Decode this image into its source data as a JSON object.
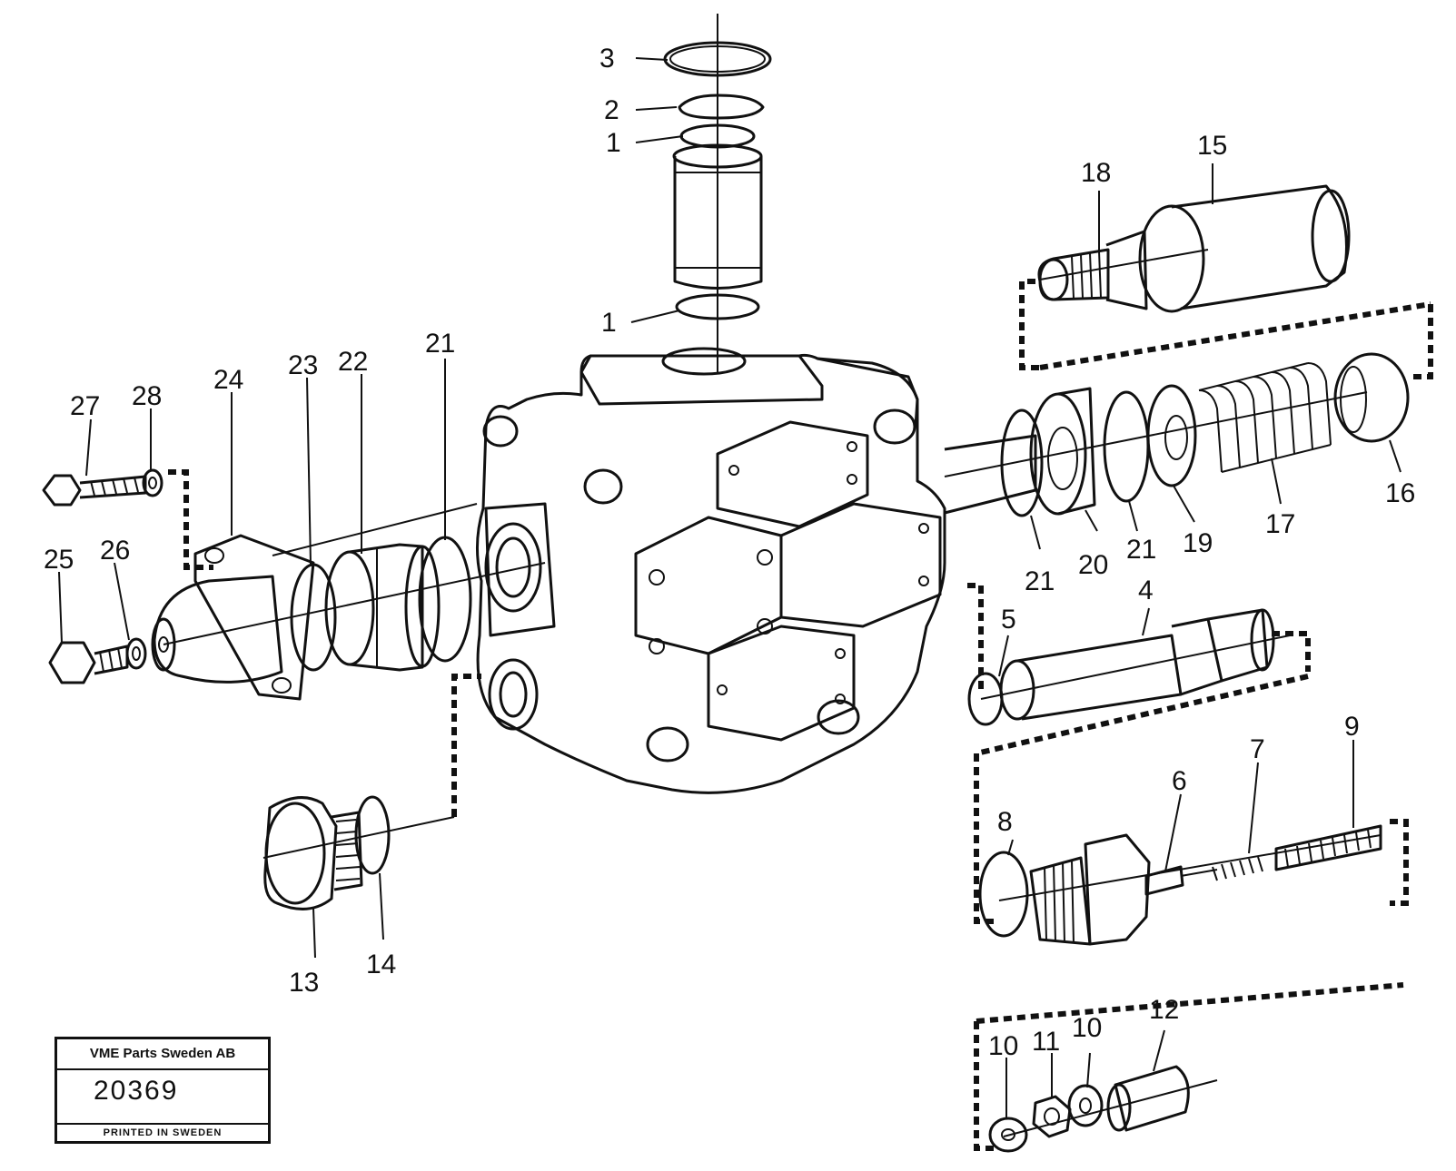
{
  "drawing": {
    "callouts": [
      "1",
      "2",
      "3",
      "4",
      "5",
      "6",
      "7",
      "8",
      "9",
      "10",
      "11",
      "12",
      "13",
      "14",
      "15",
      "16",
      "17",
      "18",
      "19",
      "20",
      "21",
      "22",
      "23",
      "24",
      "25",
      "26",
      "27",
      "28"
    ],
    "labels": {
      "c1_top": "1",
      "c1_bottom": "1",
      "c2": "2",
      "c3": "3",
      "c4": "4",
      "c5": "5",
      "c6": "6",
      "c7": "7",
      "c8": "8",
      "c9": "9",
      "c10_left": "10",
      "c10_right": "10",
      "c11": "11",
      "c12": "12",
      "c13": "13",
      "c14": "14",
      "c15": "15",
      "c16": "16",
      "c17": "17",
      "c18": "18",
      "c19": "19",
      "c20": "20",
      "c21_left": "21",
      "c21_right_a": "21",
      "c21_right_b": "21",
      "c22": "22",
      "c23": "23",
      "c24": "24",
      "c25": "25",
      "c26": "26",
      "c27": "27",
      "c28": "28"
    }
  },
  "stamp": {
    "company": "VME Parts Sweden AB",
    "number": "20369",
    "footer": "PRINTED IN SWEDEN"
  }
}
